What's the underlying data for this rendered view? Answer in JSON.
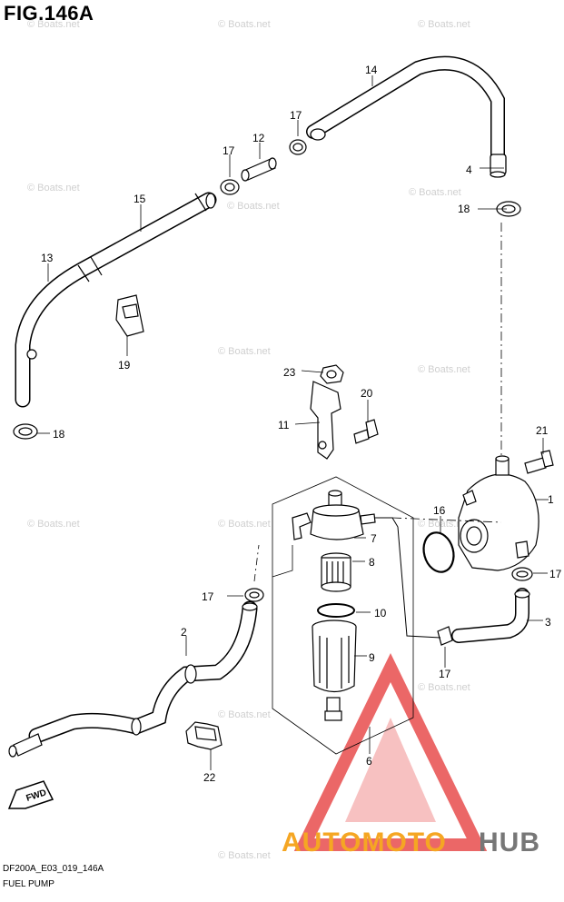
{
  "figure": {
    "title": "FIG.146A",
    "code": "DF200A_E03_019_146A",
    "name": "FUEL PUMP"
  },
  "watermark": {
    "text": "© Boats.net"
  },
  "direction_label": "FWD",
  "brand": {
    "left": "AUTOMOTO",
    "right": "HUB",
    "left_color": "#f5a623",
    "right_color": "#777777",
    "triangle_color": "#e84c4c"
  },
  "callouts": [
    "1",
    "2",
    "3",
    "4",
    "6",
    "7",
    "8",
    "9",
    "10",
    "11",
    "12",
    "13",
    "14",
    "15",
    "16",
    "17",
    "17",
    "17",
    "17",
    "17",
    "18",
    "18",
    "19",
    "20",
    "21",
    "22",
    "23"
  ]
}
